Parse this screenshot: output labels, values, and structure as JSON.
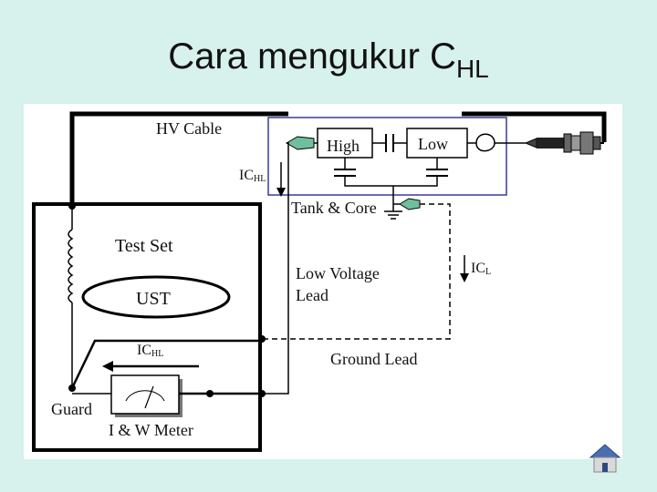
{
  "title": {
    "main": "Cara mengukur C",
    "sub": "HL"
  },
  "labels": {
    "hv_cable": "HV Cable",
    "high": "High",
    "low": "Low",
    "ichl_top": "IC",
    "ichl_top_sub": "HL",
    "tank_core": "Tank & Core",
    "test_set": "Test Set",
    "ust": "UST",
    "low_voltage_lead_1": "Low Voltage",
    "low_voltage_lead_2": "Lead",
    "icl": "IC",
    "icl_sub": "L",
    "ichl_meter": "IC",
    "ichl_meter_sub": "HL",
    "ground_lead": "Ground Lead",
    "guard": "Guard",
    "meter": "I & W Meter"
  },
  "colors": {
    "background": "#d7f1ec",
    "accent_box": "#3a3a9a",
    "home": "#4a6fb0"
  },
  "icons": {
    "home": "home-icon"
  }
}
